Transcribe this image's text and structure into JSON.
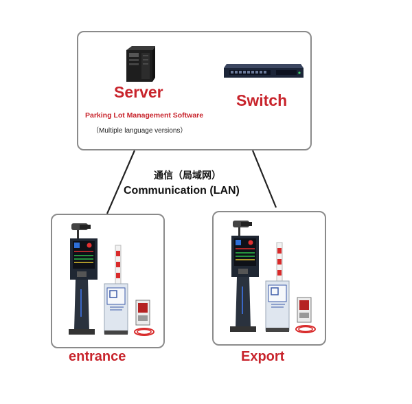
{
  "server": {
    "title": "Server",
    "software": "Parking Lot Management Software",
    "languages": "（Multiple language versions）"
  },
  "switch": {
    "title": "Switch"
  },
  "link": {
    "label_cn": "通信（局域网）",
    "label_en": "Communication (LAN)"
  },
  "lanes": {
    "entrance": "entrance",
    "export": "Export"
  },
  "colors": {
    "title_red": "#c8242c",
    "border_gray": "#8a8a8a"
  },
  "icons": [
    "server-tower-icon",
    "network-switch-icon",
    "parking-terminal-icon",
    "barrier-gate-icon",
    "card-dispenser-icon",
    "cable-coil-icon"
  ]
}
